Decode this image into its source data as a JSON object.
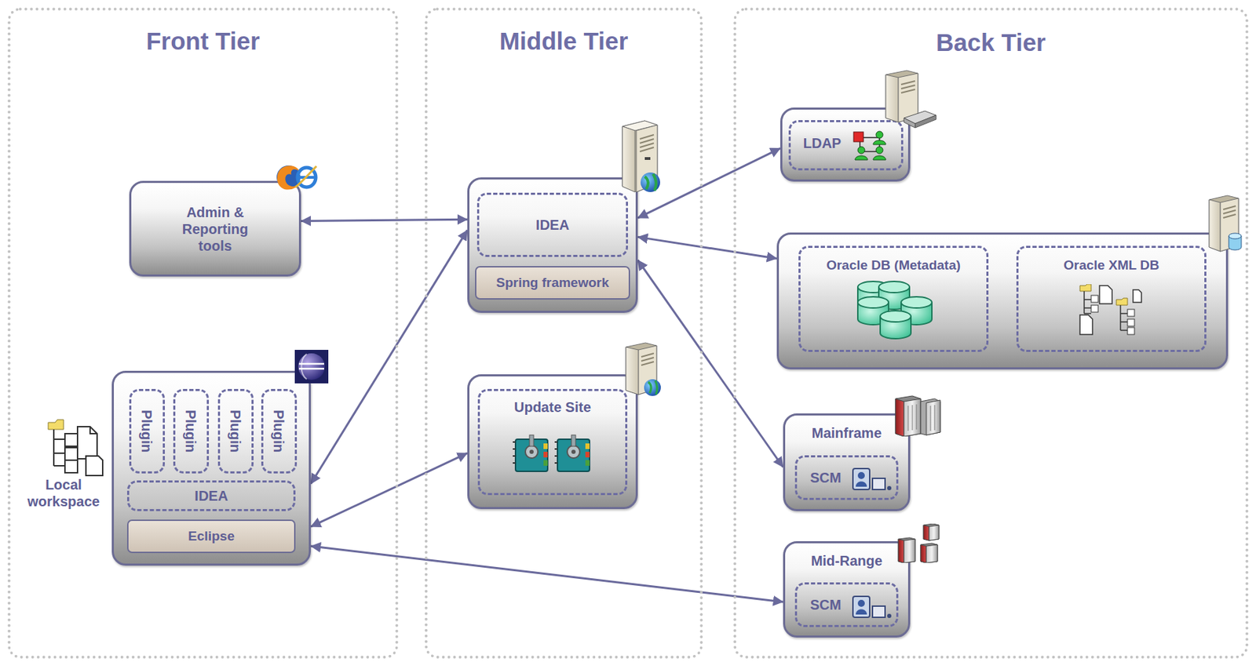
{
  "diagram": {
    "nodes": [
      {
        "text": [
          "Front Tier"
        ]
      },
      {
        "text": [
          "Middle Tier"
        ]
      },
      {
        "text": [
          "Back Tier"
        ]
      },
      {
        "text": [
          "Admin & Reporting tools"
        ],
        "in": 0
      },
      {
        "text": [
          "Eclipse"
        ],
        "in": 0
      },
      {
        "text": [
          "Plugin"
        ],
        "in": 4
      },
      {
        "text": [
          "Plugin"
        ],
        "in": 4
      },
      {
        "text": [
          "Plugin"
        ],
        "in": 4
      },
      {
        "text": [
          "Plugin"
        ],
        "in": 4
      },
      {
        "text": [
          "IDEA"
        ],
        "in": 4
      },
      {
        "text": [
          "Spring framework"
        ],
        "in": 1
      },
      {
        "text": [
          "IDEA"
        ],
        "in": 10
      },
      {
        "text": [
          "Update Site"
        ],
        "in": 1
      },
      {
        "text": [
          "LDAP"
        ],
        "in": 2
      },
      {
        "text": [],
        "in": 2
      },
      {
        "text": [
          "Oracle DB (Metadata)"
        ],
        "in": 14
      },
      {
        "text": [
          "Oracle XML DB"
        ],
        "in": 14
      },
      {
        "text": [
          "Mainframe"
        ],
        "in": 2
      },
      {
        "text": [
          "SCM"
        ],
        "in": 17
      },
      {
        "text": [
          "Mid-Range"
        ],
        "in": 2
      },
      {
        "text": [
          "SCM"
        ],
        "in": 19
      }
    ],
    "edges": [
      {
        "from": 3,
        "to": 10,
        "arrow": "both"
      },
      {
        "from": 4,
        "to": 10,
        "arrow": "both"
      },
      {
        "from": 4,
        "to": 12,
        "arrow": "both"
      },
      {
        "from": 4,
        "to": 19,
        "arrow": "both"
      },
      {
        "from": 10,
        "to": 13,
        "arrow": "both"
      },
      {
        "from": 10,
        "to": 14,
        "arrow": "both"
      },
      {
        "from": 10,
        "to": 17,
        "arrow": "both"
      }
    ],
    "labels": [
      "Local workspace"
    ]
  }
}
